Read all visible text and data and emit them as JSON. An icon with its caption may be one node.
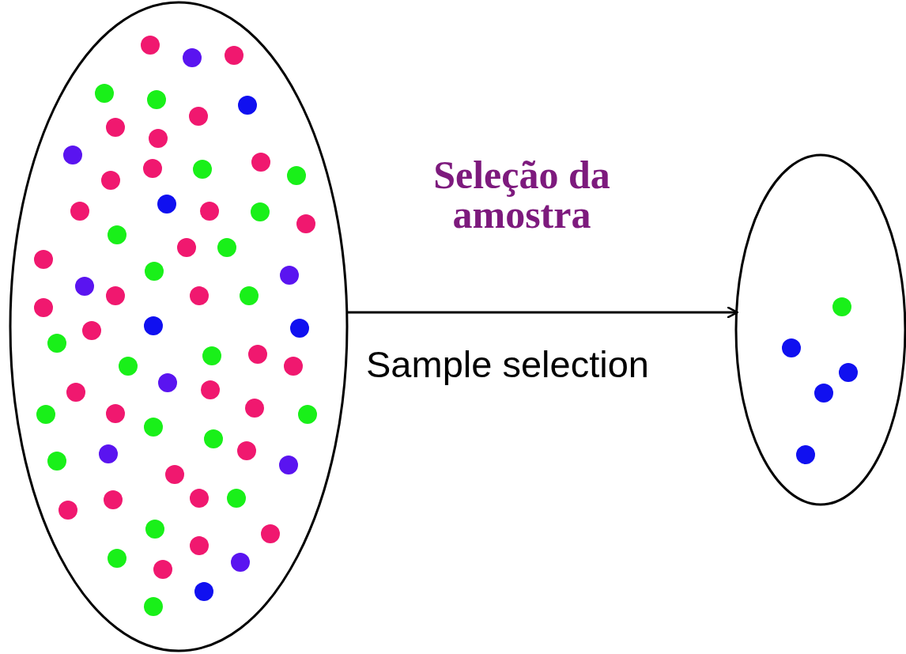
{
  "diagram": {
    "nodes": [
      {
        "text": [],
        "shape": "ellipse"
      },
      {
        "text": [],
        "shape": "ellipse"
      }
    ],
    "edges": [
      {
        "from": 0,
        "to": 1,
        "arrow": "to",
        "label": "Seleção da amostra"
      }
    ],
    "labels": [
      "Sample selection"
    ]
  }
}
